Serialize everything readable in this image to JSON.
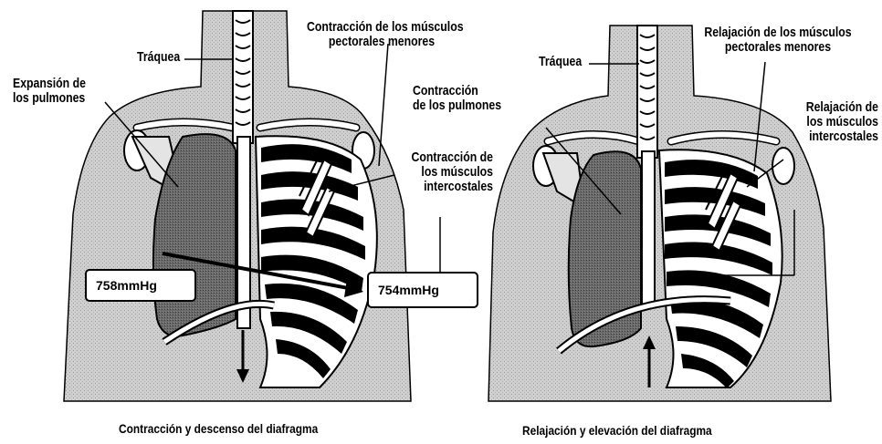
{
  "left_panel": {
    "label_trachea": "Tráquea",
    "label_muscle_contraction": "Contracción de los músculos\npectorales menores",
    "label_lung_expansion": "Expansión de\nlos pulmones",
    "label_intercostal_contraction": "Contracción de\nlos músculos\nintercostales",
    "pressure_inside": "758mmHg",
    "pressure_outside": "754mmHg",
    "caption": "Contracción y descenso del diafragma"
  },
  "right_panel": {
    "label_trachea": "Tráquea",
    "label_muscle_relaxation": "Relajación de los músculos\npectorales menores",
    "label_lung_contraction": "Contracción\nde los pulmones",
    "label_intercostal_relaxation": "Relajación de\nlos músculos\nintercostales",
    "caption": "Relajación y elevación del diafragma"
  },
  "colors": {
    "body_fill": "#c9c9c9",
    "lung_fill": "#6e6e6e",
    "outline": "#000000"
  }
}
